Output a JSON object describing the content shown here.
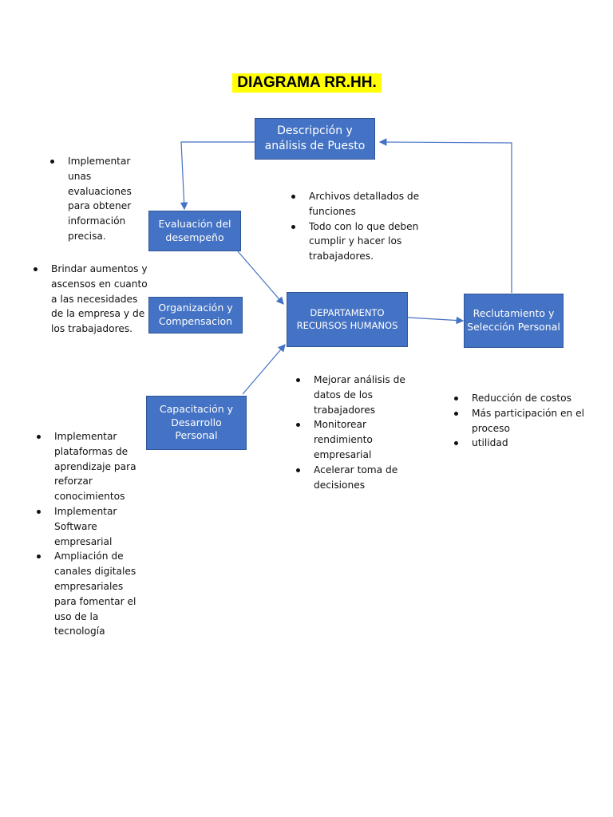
{
  "title": "DIAGRAMA RR.HH.",
  "colors": {
    "box_fill": "#4472c4",
    "box_border": "#2f5597",
    "title_highlight": "#ffff00",
    "arrow": "#4472c4"
  },
  "boxes": {
    "descripcion": [
      "Descripción y",
      "análisis de Puesto"
    ],
    "evaluacion": [
      "Evaluación del",
      "desempeño"
    ],
    "organizacion": [
      "Organización y",
      "Compensacion"
    ],
    "capacitacion": [
      "Capacitación y",
      "Desarrollo",
      "Personal"
    ],
    "departamento": [
      "DEPARTAMENTO",
      "RECURSOS HUMANOS"
    ],
    "reclutamiento": [
      "Reclutamiento y",
      "Selección Personal"
    ]
  },
  "notes": {
    "evaluacion": [
      "Implementar unas evaluaciones para obtener información precisa."
    ],
    "organizacion": [
      "Brindar aumentos y ascensos en cuanto a las necesidades de la empresa y de los trabajadores."
    ],
    "capacitacion": [
      "Implementar plataformas de aprendizaje para reforzar conocimientos",
      "Implementar Software empresarial",
      "Ampliación de canales digitales empresariales para fomentar el uso de la tecnología"
    ],
    "descripcion": [
      "Archivos detallados de funciones",
      " Todo con lo que deben cumplir y hacer los trabajadores."
    ],
    "departamento": [
      "Mejorar análisis de datos de los trabajadores",
      "Monitorear rendimiento empresarial",
      "Acelerar toma de decisiones"
    ],
    "reclutamiento": [
      "Reducción de costos",
      "Más participación en el proceso",
      "utilidad"
    ]
  }
}
